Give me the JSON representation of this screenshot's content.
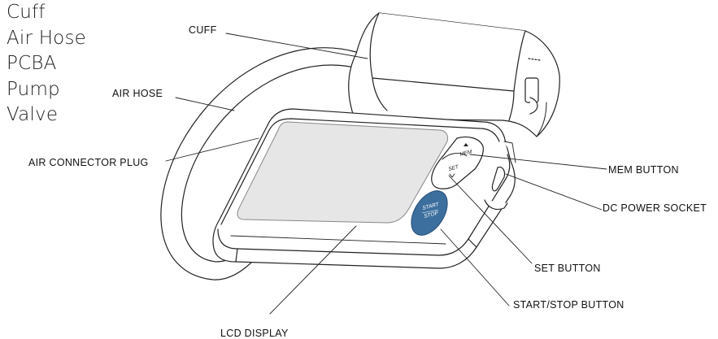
{
  "parts_list": [
    "Cuff",
    "Air Hose",
    "PCBA",
    "Pump",
    "Valve"
  ],
  "callouts": {
    "cuff": "CUFF",
    "air_hose": "AIR HOSE",
    "air_connector_plug": "AIR CONNECTOR PLUG",
    "mem_button": "MEM BUTTON",
    "dc_power_socket": "DC POWER SOCKET",
    "set_button": "SET BUTTON",
    "start_stop_button": "START/STOP BUTTON",
    "lcd_display": "LCD DISPLAY"
  },
  "device_labels": {
    "mem": "MEM",
    "set": "SET",
    "start": "START",
    "stop": "STOP"
  },
  "colors": {
    "lcd_fill": "#e6e6e6",
    "start_button_fill": "#3c6f9e",
    "line": "#222222"
  }
}
